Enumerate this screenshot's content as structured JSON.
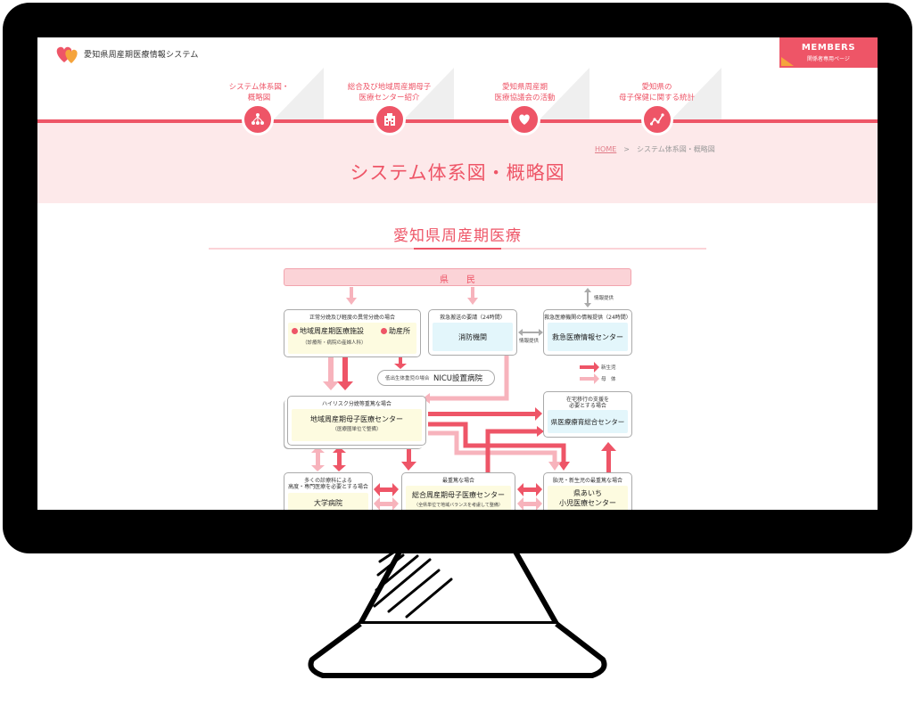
{
  "site": {
    "title": "愛知県周産期医療情報システム",
    "members_label": "MEMBERS",
    "members_sub": "関係者専用ページ"
  },
  "nav": [
    {
      "label": "システム体系図・\n概略図",
      "icon": "network-icon"
    },
    {
      "label": "総合及び地域周産期母子\n医療センター紹介",
      "icon": "hospital-icon"
    },
    {
      "label": "愛知県周産期\n医療協議会の活動",
      "icon": "heart-icon"
    },
    {
      "label": "愛知県の\n母子保健に関する統計",
      "icon": "line-chart-icon"
    }
  ],
  "breadcrumb": {
    "home": "HOME",
    "separator": ">",
    "current": "システム体系図・概略図"
  },
  "page_title": "システム体系図・概略図",
  "section_title": "愛知県周産期医療",
  "diagram": {
    "citizens": "県　　民",
    "info_provision": "情報提供",
    "info_provision2": "情報提供",
    "legend": {
      "newborn": "新生児",
      "mother": "母　体"
    },
    "box_local": {
      "header": "正常分娩及び軽度の異常分娩の場合",
      "facility": "地域周産期医療施設",
      "midwife": "助産所",
      "note": "（診療所・病院の産婦人科）"
    },
    "box_transport": {
      "header": "救急搬送の要請（24時間）",
      "name": "消防機関"
    },
    "box_emergency_info": {
      "header": "救急医療機関の情報提供（24時間）",
      "name": "救急医療情報センター"
    },
    "box_nicu": {
      "header": "低出生体重児の場合",
      "name": "NICU設置病院"
    },
    "box_regional": {
      "header": "ハイリスク分娩等重篤な場合",
      "name": "地域周産期母子医療センター",
      "note": "（医療圏単位で整備）"
    },
    "box_rehab": {
      "header1": "在宅移行の支援を",
      "header2": "必要とする場合",
      "name": "県医療療育総合センター"
    },
    "box_university": {
      "header1": "多くの診療科による",
      "header2": "高度・専門医療を必要とする場合",
      "name": "大学病院"
    },
    "box_general": {
      "header": "最重篤な場合",
      "name": "総合周産期母子医療センター",
      "note": "（全県単位で地域バランスを考慮して整備）"
    },
    "box_children": {
      "header": "胎児・新生児の最重篤な場合",
      "name1": "県あいち",
      "name2": "小児医療センター"
    }
  },
  "colors": {
    "accent": "#ee5567",
    "light_accent": "#f7b3bc",
    "pink_band": "#fde9ea",
    "cyan_box": "#e3f6fb",
    "cream_box": "#fdfbe0"
  }
}
